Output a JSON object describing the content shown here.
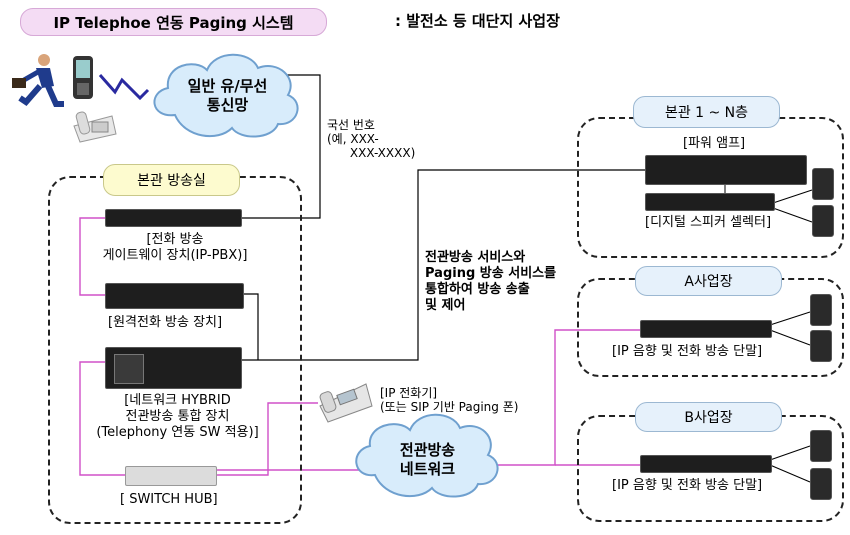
{
  "title": "IP Telephoe 연동 Paging 시스템",
  "subtitle": ": 발전소 등 대단지 사업장",
  "cloud_public": "일반 유/무선\n통신망",
  "cloud_network": "전관방송\n네트워크",
  "extension_note": "국선 번호\n(예, XXX-\n      XXX-XXXX)",
  "broadcast_room": {
    "label": "본관 방송실",
    "gateway": "[전화 방송\n게이트웨이 장치(IP-PBX)]",
    "remote": "[원격전화 방송 장치]",
    "hybrid": "[네트워크 HYBRID\n전관방송 통합 장치\n(Telephony 연동 SW 적용)]",
    "switch": "[ SWITCH HUB]"
  },
  "ip_phone": "[IP 전화기]\n(또는 SIP 기반 Paging 폰)",
  "service_note": "전관방송 서비스와\nPaging 방송 서비스를\n통합하여 방송 송출\n및 제어",
  "main_floors": {
    "label": "본관 1 ~ N층",
    "amp": "[파워 앰프]",
    "selector": "[디지털 스피커 셀렉터]"
  },
  "site_a": {
    "label": "A사업장",
    "terminal": "[IP 음향 및 전화 방송 단말]"
  },
  "site_b": {
    "label": "B사업장",
    "terminal": "[IP 음향 및 전화 방송 단말]"
  },
  "colors": {
    "line": "#000000",
    "pink_line": "#d050c8",
    "cloud_fill": "#d8ecfb",
    "cloud_stroke": "#6fa0cf",
    "lightning": "#2a2aa0"
  }
}
